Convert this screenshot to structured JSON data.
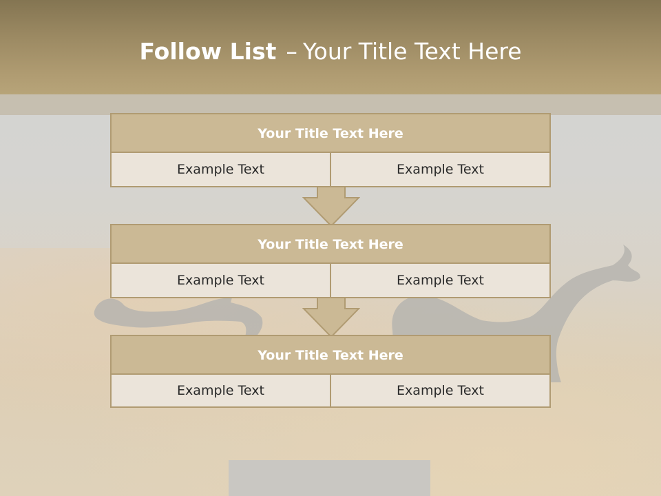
{
  "slide": {
    "title_bold": "Follow List",
    "title_dash": "–",
    "title_rest": "Your Title Text Here"
  },
  "steps": [
    {
      "title": "Your Title Text Here",
      "left": "Example Text",
      "right": "Example Text"
    },
    {
      "title": "Your Title Text Here",
      "left": "Example Text",
      "right": "Example Text"
    },
    {
      "title": "Your Title Text Here",
      "left": "Example Text",
      "right": "Example Text"
    }
  ],
  "colors": {
    "header": "#9c8a63",
    "box_title": "#cbb995",
    "box_border": "#b09b72",
    "cell": "#ebe4da"
  },
  "icons": [
    "down-arrow-icon",
    "down-arrow-icon"
  ]
}
